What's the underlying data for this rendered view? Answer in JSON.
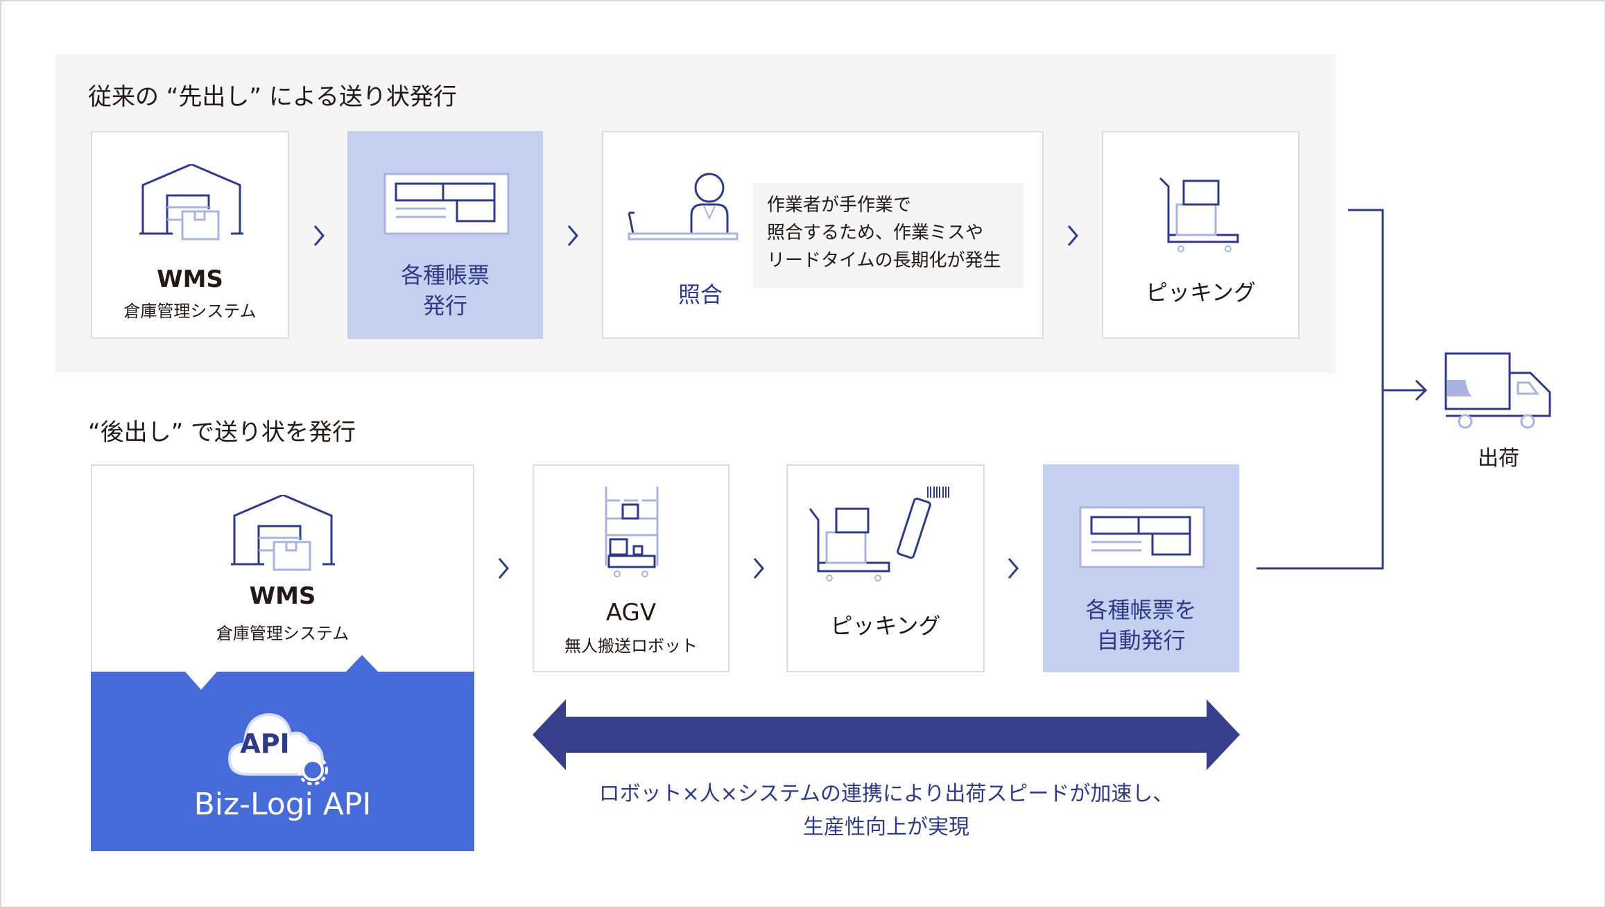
{
  "legacy": {
    "title": "従来の “先出し” による送り状発行",
    "steps": [
      {
        "title": "WMS",
        "subtitle": "倉庫管理システム"
      },
      {
        "line1": "各種帳票",
        "line2": "発行"
      },
      {
        "title": "照合",
        "note": [
          "作業者が手作業で",
          "照合するため、作業ミスや",
          "リードタイムの長期化が発生"
        ]
      },
      {
        "title": "ピッキング"
      }
    ]
  },
  "new": {
    "title": "“後出し” で送り状を発行",
    "wms": {
      "title": "WMS",
      "subtitle": "倉庫管理システム"
    },
    "api": {
      "icon_text": "API",
      "name": "Biz-Logi API"
    },
    "steps": [
      {
        "title": "AGV",
        "subtitle": "無人搬送ロボット"
      },
      {
        "title": "ピッキング"
      },
      {
        "line1": "各種帳票を",
        "line2": "自動発行"
      }
    ],
    "caption": [
      "ロボット×人×システムの連携により出荷スピードが加速し、",
      "生産性向上が実現"
    ]
  },
  "shipping": {
    "label": "出荷"
  },
  "colors": {
    "navy": "#2e3a87",
    "light": "#c5cff0",
    "api_blue": "#476bd9",
    "arrow": "#373f8b"
  }
}
